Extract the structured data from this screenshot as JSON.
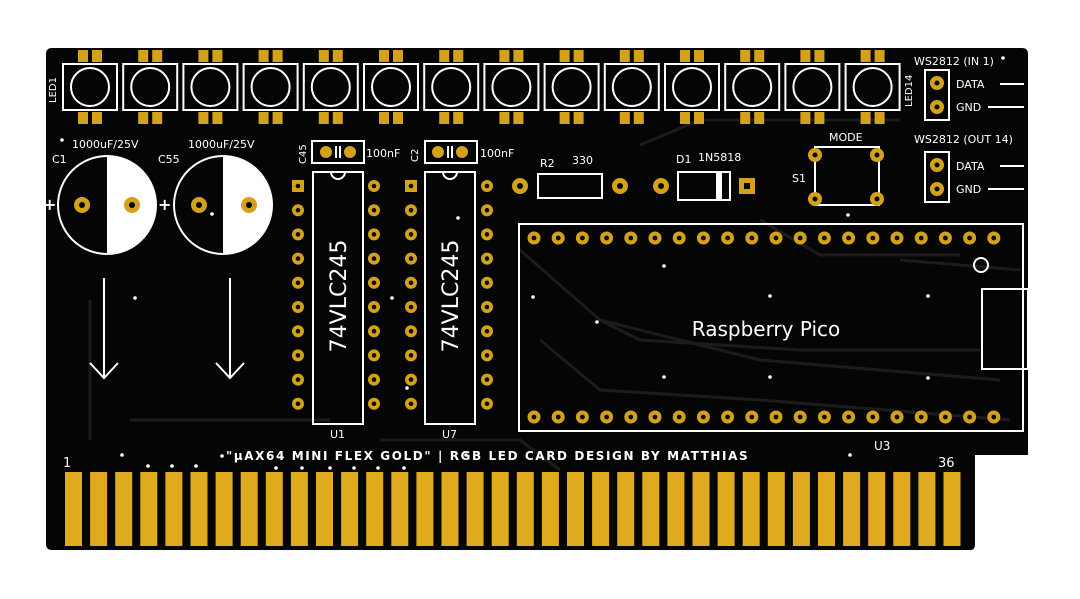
{
  "colors": {
    "board": "#050505",
    "pad": "#d4a21a",
    "finger": "#e0aa1e",
    "silk": "#ffffff",
    "trace": "#1a1a1a"
  },
  "leds": {
    "first_label": "LED1",
    "last_label": "LED14",
    "count": 14
  },
  "connectors": {
    "in": {
      "title": "WS2812  (IN 1)",
      "pin1": "DATA",
      "pin2": "GND"
    },
    "out": {
      "title": "WS2812  (OUT 14)",
      "pin1": "DATA",
      "pin2": "GND"
    }
  },
  "capacitors": {
    "c1": {
      "ref": "C1",
      "value": "1000uF/25V"
    },
    "c55": {
      "ref": "C55",
      "value": "1000uF/25V"
    },
    "c45": {
      "ref": "C45",
      "value": "100nF"
    },
    "c2": {
      "ref": "C2",
      "value": "100nF"
    }
  },
  "ics": {
    "u1": {
      "ref": "U1",
      "part": "74VLC245"
    },
    "u7": {
      "ref": "U7",
      "part": "74VLC245"
    },
    "u3": {
      "ref": "U3",
      "part": "Raspberry Pico"
    }
  },
  "resistor": {
    "ref": "R2",
    "value": "330"
  },
  "diode": {
    "ref": "D1",
    "value": "1N5818"
  },
  "switch": {
    "ref": "S1",
    "label": "MODE"
  },
  "edge_connector": {
    "pin_first": "1",
    "pin_last": "36",
    "finger_count": 36
  },
  "footer_text": "\"µAX64 MINI FLEX GOLD\" | RGB LED CARD DESIGN BY MATTHIAS",
  "polarity": {
    "plus": "+"
  }
}
